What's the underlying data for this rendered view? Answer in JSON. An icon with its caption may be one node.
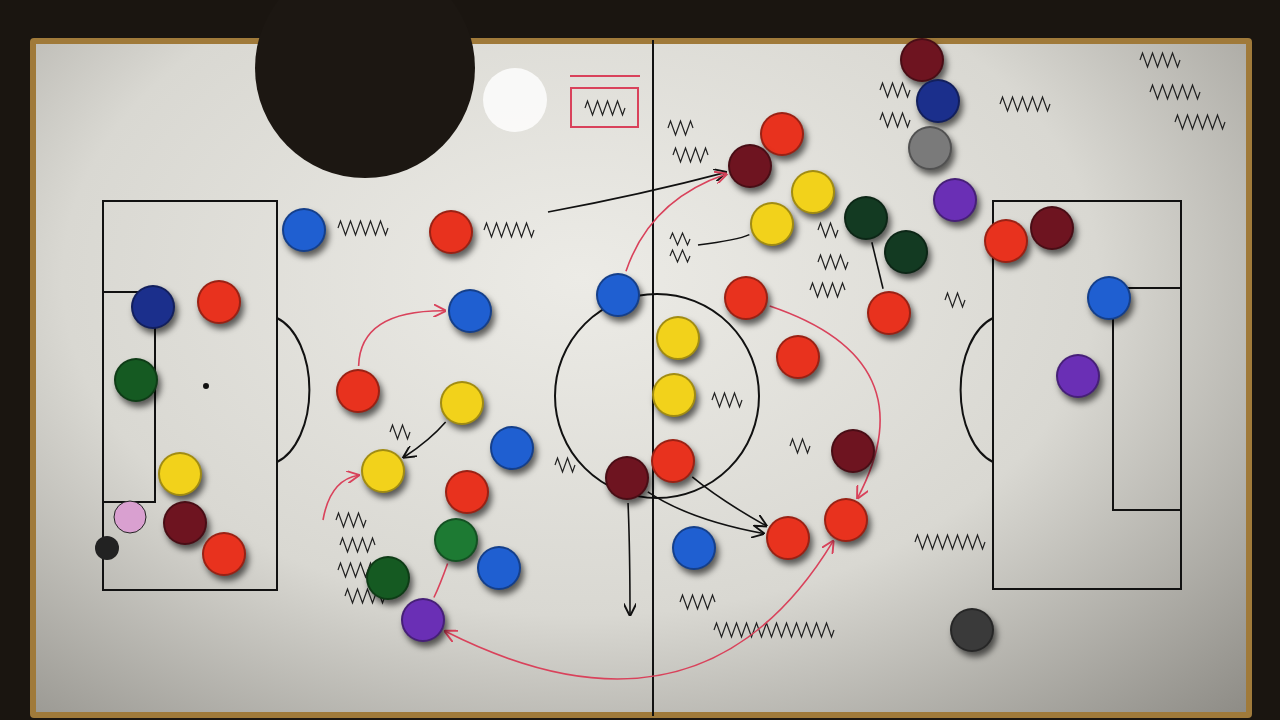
{
  "diagram": {
    "nodes": [
      {
        "text": [],
        "shape": "circle"
      },
      {
        "text": [],
        "shape": "circle"
      },
      {
        "text": [],
        "shape": "circle"
      },
      {
        "text": [],
        "shape": "circle"
      },
      {
        "text": [],
        "shape": "circle"
      },
      {
        "text": [],
        "shape": "circle"
      },
      {
        "text": [],
        "shape": "circle"
      },
      {
        "text": [],
        "shape": "circle"
      },
      {
        "text": [],
        "shape": "circle"
      },
      {
        "text": [],
        "shape": "circle"
      },
      {
        "text": [],
        "shape": "circle"
      },
      {
        "text": [],
        "shape": "circle"
      },
      {
        "text": [],
        "shape": "circle"
      },
      {
        "text": [],
        "shape": "circle"
      },
      {
        "text": [],
        "shape": "circle"
      },
      {
        "text": [],
        "shape": "circle"
      },
      {
        "text": [],
        "shape": "circle"
      },
      {
        "text": [],
        "shape": "circle"
      },
      {
        "text": [],
        "shape": "circle"
      },
      {
        "text": [],
        "shape": "circle"
      },
      {
        "text": [],
        "shape": "circle"
      },
      {
        "text": [],
        "shape": "circle"
      },
      {
        "text": [],
        "shape": "circle"
      },
      {
        "text": [],
        "shape": "circle"
      },
      {
        "text": [],
        "shape": "circle"
      },
      {
        "text": [],
        "shape": "circle"
      },
      {
        "text": [],
        "shape": "circle"
      },
      {
        "text": [],
        "shape": "circle"
      },
      {
        "text": [],
        "shape": "circle"
      },
      {
        "text": [],
        "shape": "circle"
      },
      {
        "text": [],
        "shape": "circle"
      },
      {
        "text": [],
        "shape": "circle"
      },
      {
        "text": [],
        "shape": "circle"
      },
      {
        "text": [],
        "shape": "circle"
      },
      {
        "text": [],
        "shape": "circle"
      },
      {
        "text": [],
        "shape": "circle"
      },
      {
        "text": [],
        "shape": "circle"
      },
      {
        "text": [],
        "shape": "circle"
      },
      {
        "text": [],
        "shape": "circle"
      },
      {
        "text": [],
        "shape": "circle"
      },
      {
        "text": [],
        "shape": "circle"
      },
      {
        "text": [],
        "shape": "circle"
      },
      {
        "text": [],
        "shape": "circle"
      },
      {
        "text": [],
        "shape": "circle"
      },
      {
        "text": [],
        "shape": "circle"
      },
      {
        "text": [],
        "shape": "scribble"
      }
    ],
    "edges": [
      {
        "from": null,
        "to": 25,
        "arrow": "to"
      },
      {
        "from": 18,
        "to": 25,
        "arrow": "to",
        "color": "#d9425b"
      },
      {
        "from": 6,
        "to": 5,
        "arrow": "to",
        "color": "#d9425b"
      },
      {
        "from": 7,
        "to": 11,
        "arrow": "to"
      },
      {
        "from": null,
        "to": 11,
        "arrow": "to",
        "color": "#d9425b"
      },
      {
        "from": 22,
        "to": 34,
        "arrow": "to"
      },
      {
        "from": 21,
        "to": 34,
        "arrow": "to"
      },
      {
        "from": 21,
        "to": null,
        "arrow": "to"
      },
      {
        "from": 30,
        "to": 35,
        "arrow": "to",
        "color": "#d9425b"
      },
      {
        "from": 35,
        "to": 17,
        "arrow": "both",
        "color": "#d9425b"
      },
      {
        "from": 14,
        "to": 17,
        "arrow": "none",
        "color": "#d9425b"
      },
      {
        "from": 27,
        "to": 45,
        "arrow": "none"
      },
      {
        "from": 28,
        "to": 32,
        "arrow": "none"
      }
    ]
  }
}
